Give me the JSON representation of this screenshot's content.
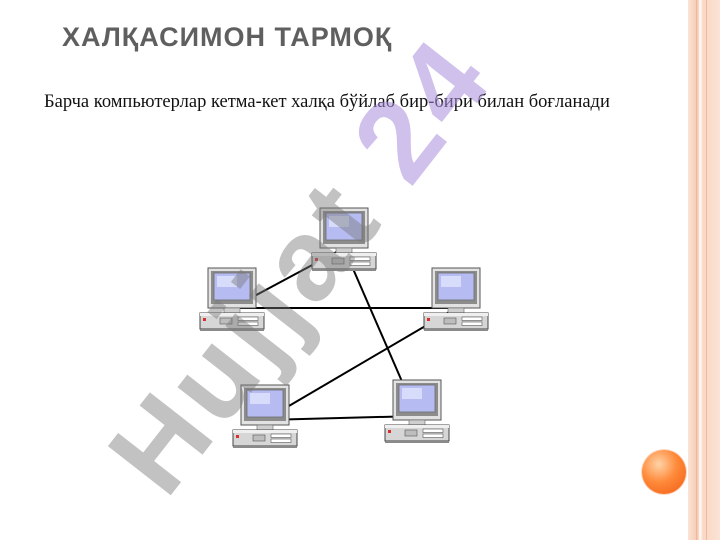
{
  "slide": {
    "title": "ХАЛҚАСИМОН ТАРМОҚ",
    "description": "Барча компьютерлар кетма-кет халқа бўйлаб бир-бири билан боғланади"
  },
  "watermark": {
    "left": "Hujjat",
    "right": "24"
  },
  "network": {
    "topology": "ring",
    "nodes": [
      "computer",
      "computer",
      "computer",
      "computer",
      "computer"
    ],
    "links": [
      [
        0,
        1
      ],
      [
        1,
        2
      ],
      [
        2,
        3
      ],
      [
        3,
        4
      ],
      [
        4,
        0
      ]
    ]
  },
  "colors": {
    "title": "#5f5f5f",
    "accent_orb": "#f05a12",
    "right_bar": "#f6c9b1",
    "screen": "#b3b8f2",
    "link": "#000000"
  },
  "icons": [
    "computer-icon",
    "orange-orb-icon"
  ]
}
